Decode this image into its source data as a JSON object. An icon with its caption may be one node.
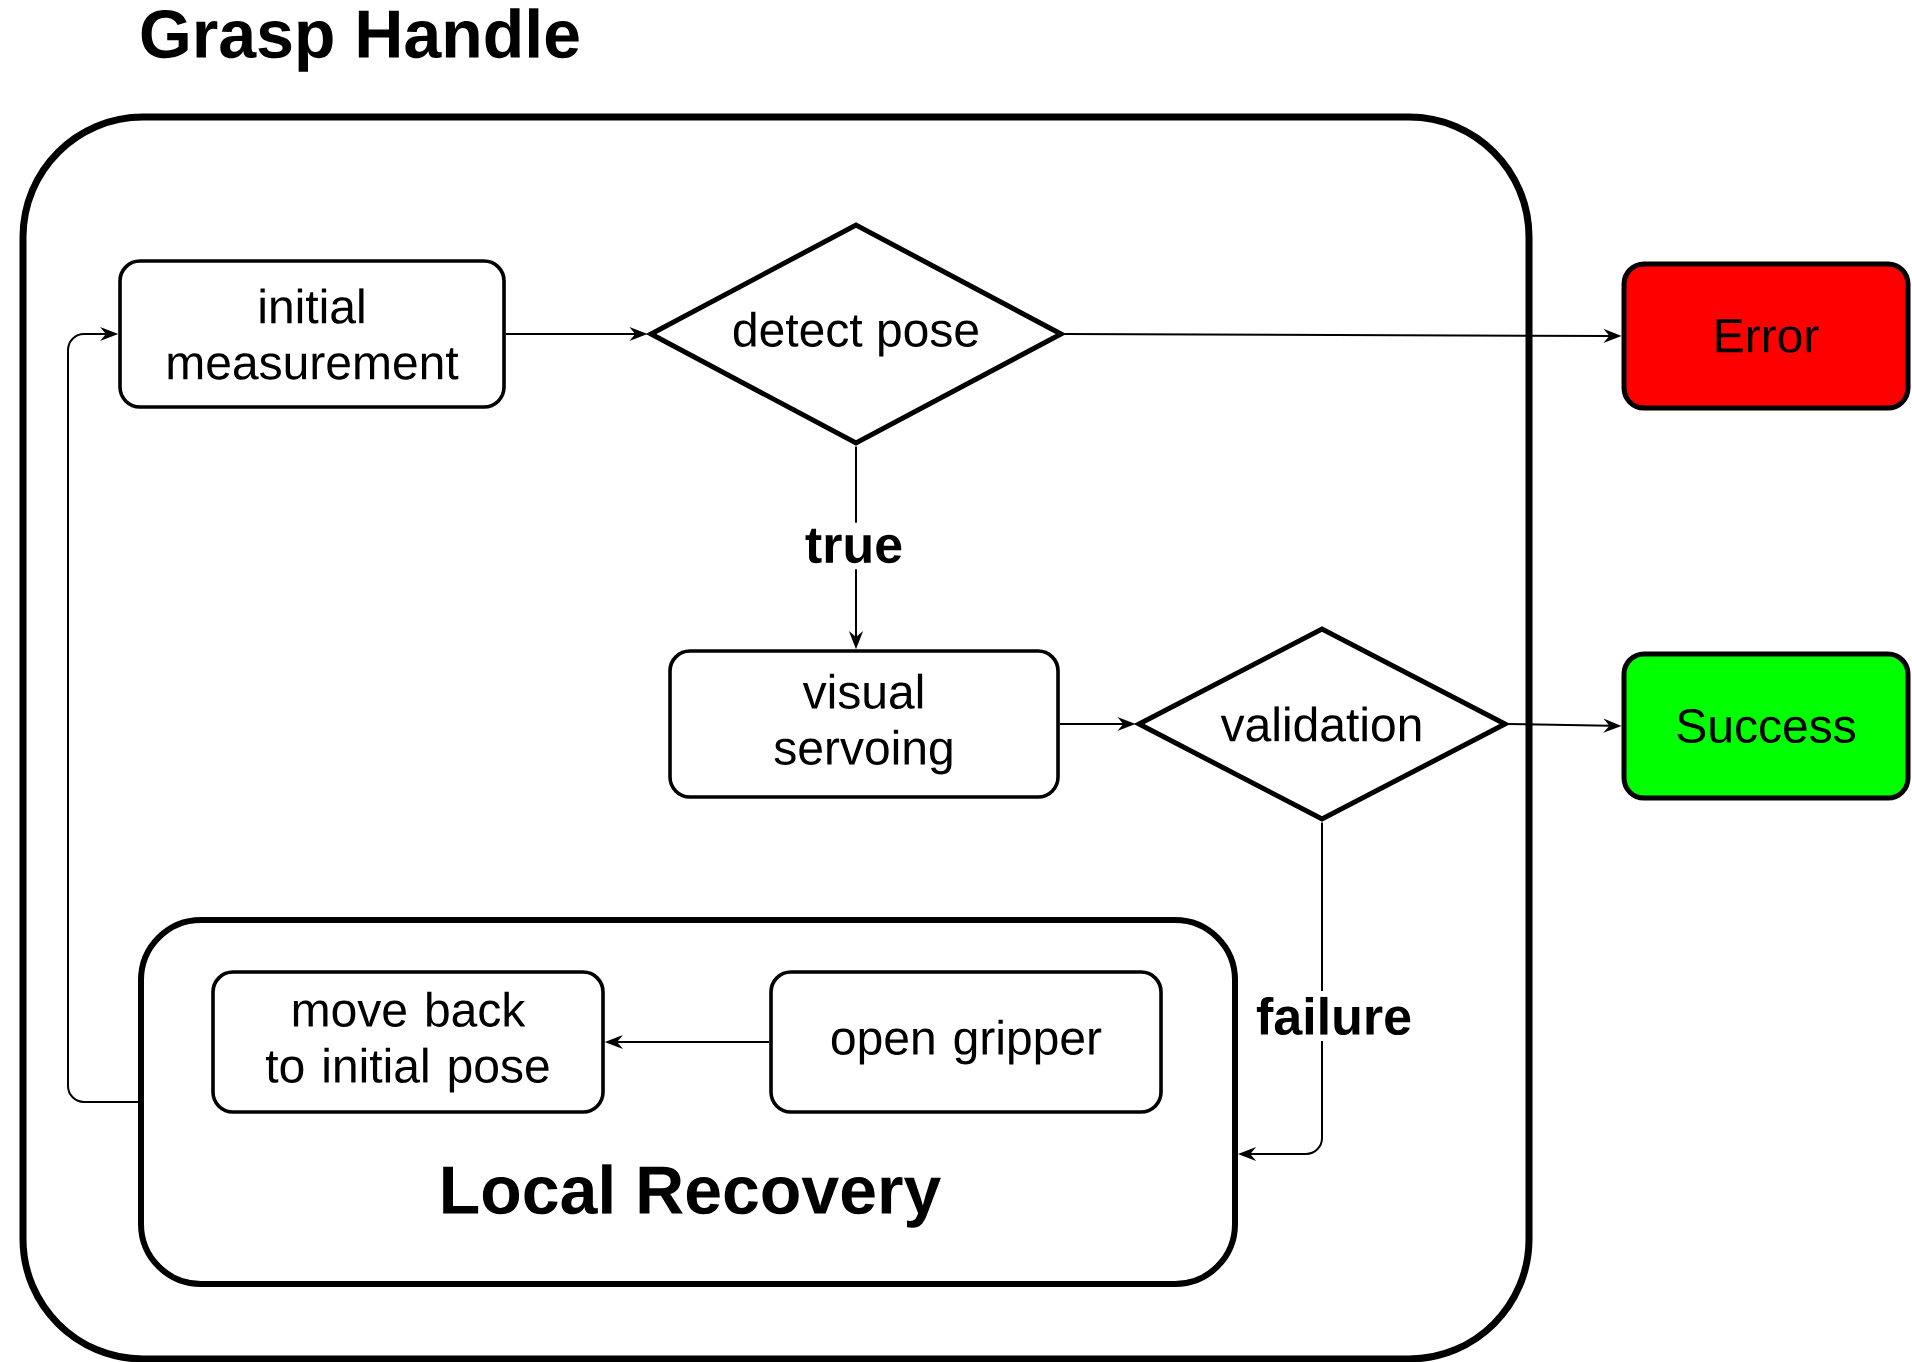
{
  "diagram": {
    "nodes": [
      {
        "text": [
          "Grasp Handle"
        ]
      },
      {
        "text": [
          "initial measurement"
        ],
        "in": 0
      },
      {
        "text": [
          "detect pose"
        ],
        "in": 0
      },
      {
        "text": [
          "Error"
        ]
      },
      {
        "text": [
          "visual servoing"
        ],
        "in": 0
      },
      {
        "text": [
          "validation"
        ],
        "in": 0
      },
      {
        "text": [
          "Success"
        ]
      },
      {
        "text": [
          "Local Recovery"
        ],
        "in": 0
      },
      {
        "text": [
          "move back to initial pose"
        ],
        "in": 7
      },
      {
        "text": [
          "open gripper"
        ],
        "in": 7
      }
    ],
    "edges": [
      {
        "from": 1,
        "to": 2,
        "arrow": "to"
      },
      {
        "from": 2,
        "to": 3,
        "arrow": "to"
      },
      {
        "from": 2,
        "to": 4,
        "arrow": "to",
        "label": "true"
      },
      {
        "from": 4,
        "to": 5,
        "arrow": "to"
      },
      {
        "from": 5,
        "to": 6,
        "arrow": "to"
      },
      {
        "from": 5,
        "to": 7,
        "arrow": "to",
        "label": "failure"
      },
      {
        "from": 9,
        "to": 8,
        "arrow": "to"
      },
      {
        "from": 7,
        "to": 1,
        "arrow": "to"
      }
    ]
  }
}
